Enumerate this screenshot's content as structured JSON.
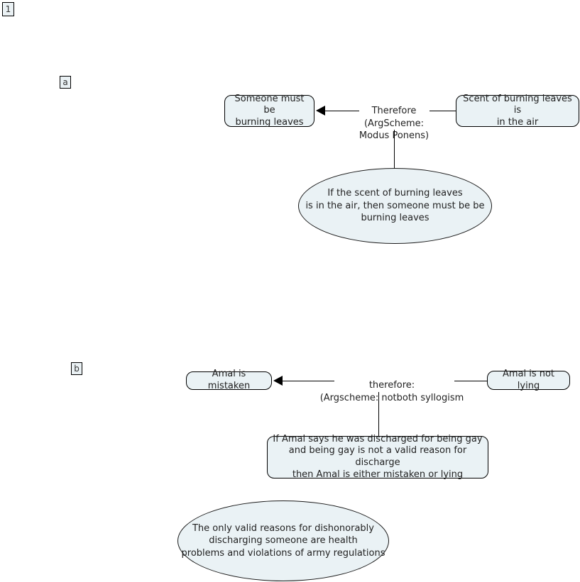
{
  "figure": {
    "number_label": "1",
    "section_a_label": "a",
    "section_b_label": "b"
  },
  "colors": {
    "node_fill": "#eaf2f5",
    "node_stroke": "#000000",
    "connector": "#000000",
    "text": "#222222",
    "background": "#ffffff"
  },
  "diagram_a": {
    "conclusion": "Someone must be\nburning leaves",
    "inference_label": "Therefore\n(ArgScheme:\nModus Ponens)",
    "premise_right": "Scent of burning leaves is\nin the air",
    "premise_ellipse": "If the scent of burning leaves\nis in the air, then someone must be be\nburning leaves"
  },
  "diagram_b": {
    "conclusion": "Amal is mistaken",
    "inference_label": "therefore:\n(Argscheme: notboth syllogism",
    "premise_right": "Amal is not lying",
    "premise_box": "If Amal says he was discharged for being gay\nand being gay is not a valid reason for discharge\nthen Amal is either mistaken or lying",
    "premise_ellipse": "The only valid reasons for dishonorably\ndischarging someone are health\nproblems and violations of army regulations"
  }
}
